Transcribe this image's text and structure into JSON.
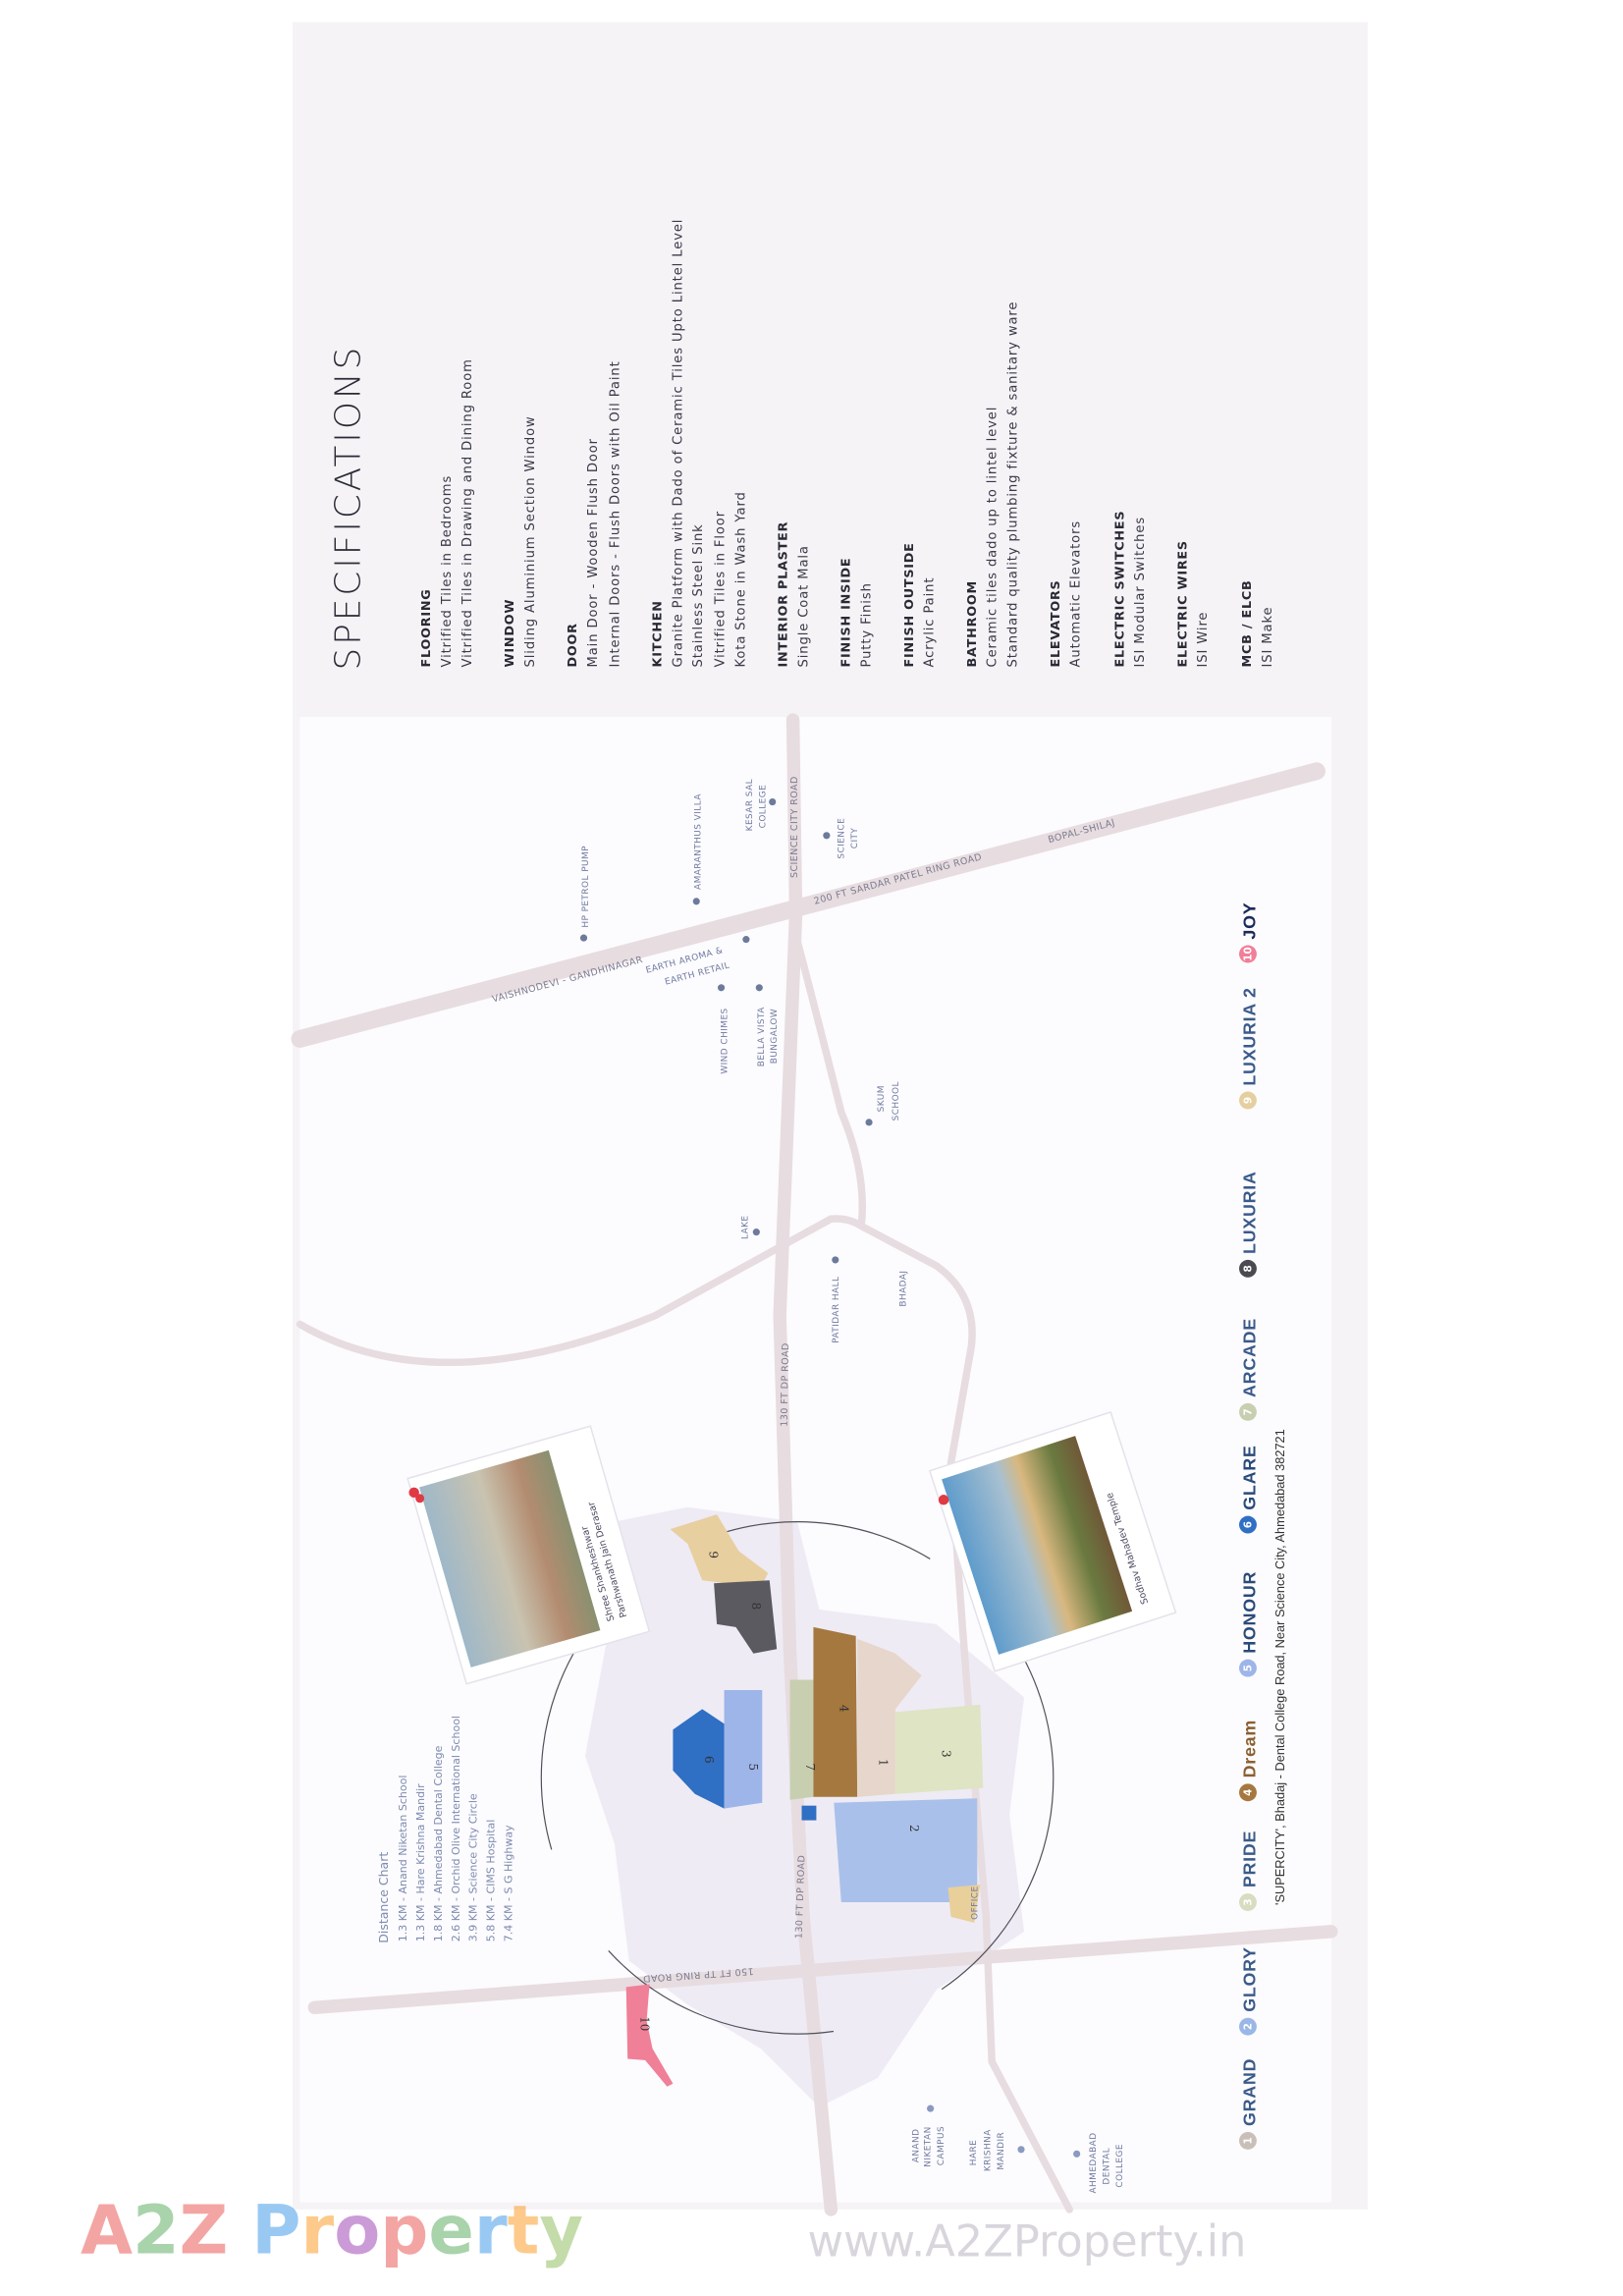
{
  "specifications": {
    "title": "SPECIFICATIONS",
    "sections": [
      {
        "heading": "FLOORING",
        "lines": [
          "Vitrified Tiles in Bedrooms",
          "Vitrified Tiles in Drawing and Dining Room"
        ]
      },
      {
        "heading": "WINDOW",
        "lines": [
          "Sliding Aluminium Section Window"
        ]
      },
      {
        "heading": "DOOR",
        "lines": [
          "Main Door - Wooden Flush Door",
          "Internal Doors - Flush Doors with Oil Paint"
        ]
      },
      {
        "heading": "KITCHEN",
        "lines": [
          "Granite Platform with Dado of Ceramic Tiles Upto Lintel Level",
          "Stainless Steel Sink",
          "Vitrified Tiles in Floor",
          "Kota Stone in Wash Yard"
        ]
      },
      {
        "heading": "INTERIOR PLASTER",
        "lines": [
          "Single Coat Mala"
        ]
      },
      {
        "heading": "FINISH INSIDE",
        "lines": [
          "Putty Finish"
        ]
      },
      {
        "heading": "FINISH OUTSIDE",
        "lines": [
          "Acrylic Paint"
        ]
      },
      {
        "heading": "BATHROOM",
        "lines": [
          "Ceramic tiles dado up to lintel level",
          "Standard quality plumbing fixture & sanitary ware"
        ]
      },
      {
        "heading": "ELEVATORS",
        "lines": [
          "Automatic Elevators"
        ]
      },
      {
        "heading": "ELECTRIC SWITCHES",
        "lines": [
          "ISI Modular Switches"
        ]
      },
      {
        "heading": "ELECTRIC WIRES",
        "lines": [
          "ISI Wire"
        ]
      },
      {
        "heading": "MCB / ELCB",
        "lines": [
          "ISI Make"
        ]
      }
    ]
  },
  "map": {
    "roads": {
      "vaishnodevi": "VAISHNODEVI - GANDHINAGAR",
      "sp_ring": "200 FT SARDAR PATEL RING ROAD",
      "bopal": "BOPAL-SHILAJ",
      "science_city_road": "SCIENCE CITY ROAD",
      "dp_road_1": "130 FT DP ROAD",
      "dp_road_2": "130 FT DP ROAD",
      "tp_ring": "150 FT TP RING ROAD"
    },
    "pois": {
      "hp_petrol": "HP PETROL PUMP",
      "amaranthus": "AMARANTHUS VILLA",
      "kesar_1": "KESAR SAL",
      "kesar_2": "COLLEGE",
      "science_1": "SCIENCE",
      "science_2": "CITY",
      "earth_1": "EARTH AROMA &",
      "earth_2": "EARTH RETAIL",
      "wind_chimes": "WIND CHIMES",
      "bella_1": "BELLA VISTA",
      "bella_2": "BUNGALOW",
      "skum_1": "SKUM",
      "skum_2": "SCHOOL",
      "lake": "LAKE",
      "patidar": "PATIDAR HALL",
      "bhadaj": "BHADAJ",
      "office": "OFFICE",
      "anand_1": "ANAND",
      "anand_2": "NIKETAN",
      "anand_3": "CAMPUS",
      "hare_1": "HARE",
      "hare_2": "KRISHNA",
      "hare_3": "MANDIR",
      "dental_1": "AHMEDABAD",
      "dental_2": "DENTAL",
      "dental_3": "COLLEGE"
    },
    "plots": [
      "1",
      "2",
      "3",
      "4",
      "5",
      "6",
      "7",
      "8",
      "9",
      "10"
    ],
    "photos": [
      {
        "caption_1": "Shree Shankheshwar",
        "caption_2": "Parshwanath Jain Derasar"
      },
      {
        "caption_1": "Sodhav Mahadev Temple"
      }
    ],
    "distance_chart": {
      "title": "Distance Chart",
      "items": [
        "1.3 KM - Anand Niketan School",
        "1.3 KM - Hare Krishna Mandir",
        "1.8 KM - Ahmedabad Dental College",
        "2.6 KM - Orchid Olive International School",
        "3.9 KM - Science City Circle",
        "5.8 KM - CIMS Hospital",
        "7.4 KM - S G Highway"
      ]
    }
  },
  "legend": [
    {
      "num": "1",
      "name": "GRAND",
      "color": "#c8c0b8",
      "text_color": "#3a5a8a"
    },
    {
      "num": "2",
      "name": "GLORY",
      "color": "#9bb7e6",
      "text_color": "#3a5a8a"
    },
    {
      "num": "3",
      "name": "PRIDE",
      "color": "#d8dcc0",
      "text_color": "#3a5a8a"
    },
    {
      "num": "4",
      "name": "Dream",
      "color": "#a5783f",
      "text_color": "#8a6030"
    },
    {
      "num": "5",
      "name": "HONOUR",
      "color": "#9db5e8",
      "text_color": "#2a4a7a"
    },
    {
      "num": "6",
      "name": "GLARE",
      "color": "#2f6fc4",
      "text_color": "#2a4a7a"
    },
    {
      "num": "7",
      "name": "ARCADE",
      "color": "#c8cfb0",
      "text_color": "#3a5a8a"
    },
    {
      "num": "8",
      "name": "LUXURIA",
      "color": "#4a4a50",
      "text_color": "#3a5a8a"
    },
    {
      "num": "9",
      "name": "LUXURIA 2",
      "color": "#e5cfa0",
      "text_color": "#3a5a8a"
    },
    {
      "num": "10",
      "name": "JOY",
      "color": "#f07f98",
      "text_color": "#1a2a5a"
    }
  ],
  "address": "'SUPERCITY', Bhadaj - Dental College Road, Near Science City, Ahmedabad 382721",
  "watermark": {
    "url": "www.A2ZProperty.in",
    "logo": "A2Z Property"
  }
}
